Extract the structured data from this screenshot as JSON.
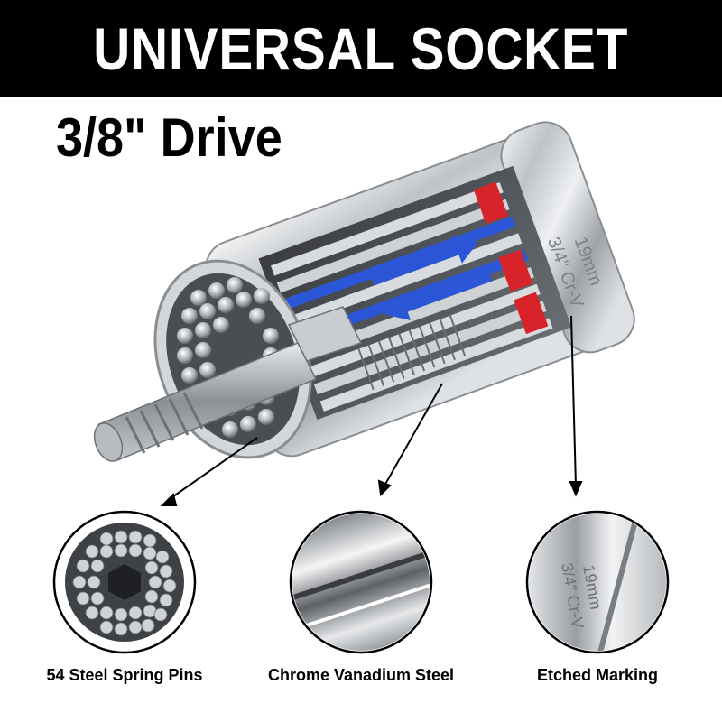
{
  "banner": {
    "title": "UNIVERSAL SOCKET"
  },
  "subtitle": "3/8\" Drive",
  "socket": {
    "etching_line1": "3/4\" Cr-V",
    "etching_line2": "19mm"
  },
  "features": [
    {
      "label": "54 Steel Spring Pins",
      "icon": "pins-closeup"
    },
    {
      "label": "Chrome Vanadium Steel",
      "icon": "chrome-closeup"
    },
    {
      "label": "Etched Marking",
      "icon": "etching-closeup"
    }
  ],
  "colors": {
    "banner_bg": "#000000",
    "banner_text": "#ffffff",
    "accent_red": "#d8232a",
    "accent_blue": "#2b56d8",
    "chrome": "#c8ccd0"
  }
}
